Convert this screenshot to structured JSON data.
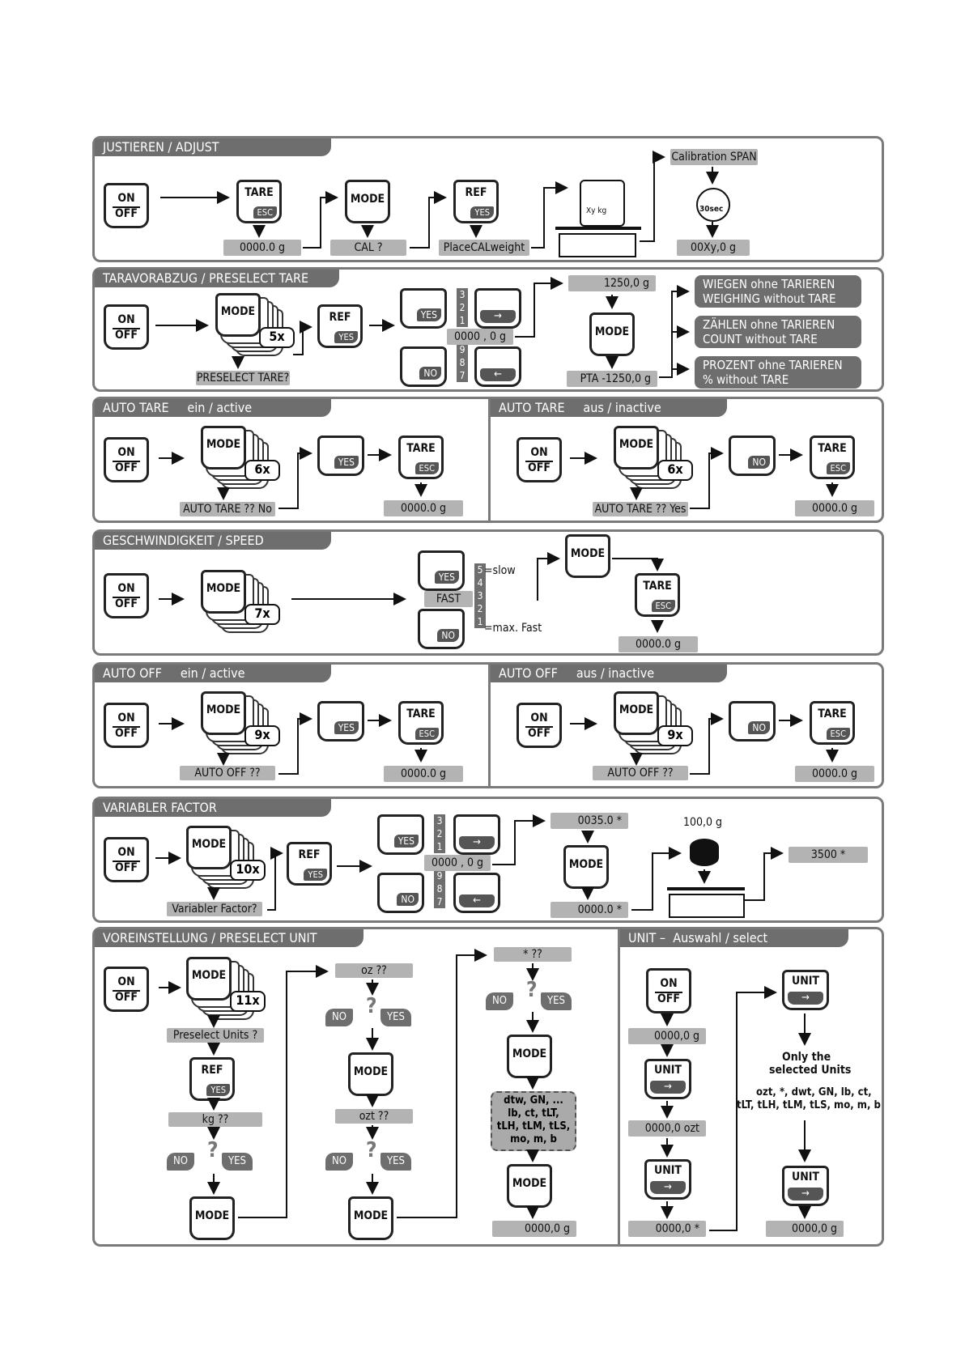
{
  "s1": {
    "title": "JUSTIEREN / ADJUST",
    "on": "ON",
    "off": "OFF",
    "tare": "TARE",
    "esc": "ESC",
    "mode": "MODE",
    "ref": "REF",
    "yes": "YES",
    "disp1": "0000.0 g",
    "disp2": "CAL ?",
    "disp3": "PlaceCALweight",
    "weight": "Xy kg",
    "cal_span": "Calibration SPAN",
    "timer": "30sec",
    "disp4": "00Xy,0 g"
  },
  "s2": {
    "title": "TARAVORABZUG / PRESELECT TARE",
    "mode": "MODE",
    "count": "5x",
    "ref": "REF",
    "yes": "YES",
    "no": "NO",
    "disp_pre": "PRESELECT TARE?",
    "digits_up": [
      "3",
      "2",
      "1"
    ],
    "digits_down": [
      "9",
      "8",
      "7"
    ],
    "disp_val": "0000 , 0 g",
    "disp_val_lead": "0",
    "disp_top": "1250,0 g",
    "mode2": "MODE",
    "disp_pta": "PTA  -1250,0 g",
    "box1a": "WIEGEN ohne TARIEREN",
    "box1b": "WEIGHING without TARE",
    "box2a": "ZÄHLEN ohne TARIEREN",
    "box2b": "COUNT without TARE",
    "box3a": "PROZENT ohne TARIEREN",
    "box3b": "% without TARE"
  },
  "s3": {
    "title_l": "AUTO TARE     ein / active",
    "title_r": "AUTO TARE     aus / inactive",
    "count": "6x",
    "disp_l": "AUTO TARE ?? No",
    "disp_r": "AUTO TARE ?? Yes",
    "disp_out": "0000.0 g",
    "yes": "YES",
    "no": "NO",
    "tare": "TARE",
    "esc": "ESC",
    "mode": "MODE"
  },
  "s4": {
    "title": "GESCHWINDIGKEIT / SPEED",
    "count": "7x",
    "yes": "YES",
    "no": "NO",
    "fast": "FAST",
    "digits": [
      "5",
      "4",
      "3",
      "2",
      "1"
    ],
    "slow": "=slow",
    "maxfast": "=max. Fast",
    "mode": "MODE",
    "tare": "TARE",
    "esc": "ESC",
    "disp_out": "0000.0 g"
  },
  "s5": {
    "title_l": "AUTO OFF     ein / active",
    "title_r": "AUTO OFF     aus / inactive",
    "count": "9x",
    "disp": "AUTO OFF ??",
    "disp_out": "0000.0 g",
    "yes": "YES",
    "no": "NO",
    "tare": "TARE",
    "esc": "ESC",
    "mode": "MODE"
  },
  "s6": {
    "title": "VARIABLER FACTOR",
    "count": "10x",
    "disp_var": "Variabler Factor?",
    "ref": "REF",
    "yes": "YES",
    "no": "NO",
    "digits_up": [
      "3",
      "2",
      "1"
    ],
    "digits_down": [
      "9",
      "8",
      "7"
    ],
    "disp_val": "0000 , 0 g",
    "disp_top": "0035.0 *",
    "mode": "MODE",
    "disp_bot": "0000.0 *",
    "weight_label": "100,0 g",
    "disp_result": "3500 *"
  },
  "s7": {
    "title": "VOREINSTELLUNG / PRESELECT UNIT",
    "count": "11x",
    "disp_pre": "Preselect Units ?",
    "ref": "REF",
    "yes": "YES",
    "no": "NO",
    "mode": "MODE",
    "disp_kg": "kg  ??",
    "disp_oz": "oz ??",
    "disp_ozt": "ozt ??",
    "disp_star": "*         ??",
    "units_box": "dtw, GN, ...\nlb, ct, tLT,\ntLH, tLM, tLS,\nmo, m, b",
    "disp_final": "0000,0 g",
    "q": "?"
  },
  "s8": {
    "title": "UNIT –  Auswahl / select",
    "unit": "UNIT",
    "disp1": "0000,0 g",
    "disp2": "0000,0 ozt",
    "disp3": "0000,0 *",
    "only1": "Only the",
    "only2": "selected Units",
    "list1": "ozt, *, dwt, GN, lb, ct,",
    "list2": "tLT, tLH, tLM, tLS, mo, m, b",
    "disp4": "0000,0 g"
  },
  "common": {
    "on": "ON",
    "off": "OFF"
  }
}
